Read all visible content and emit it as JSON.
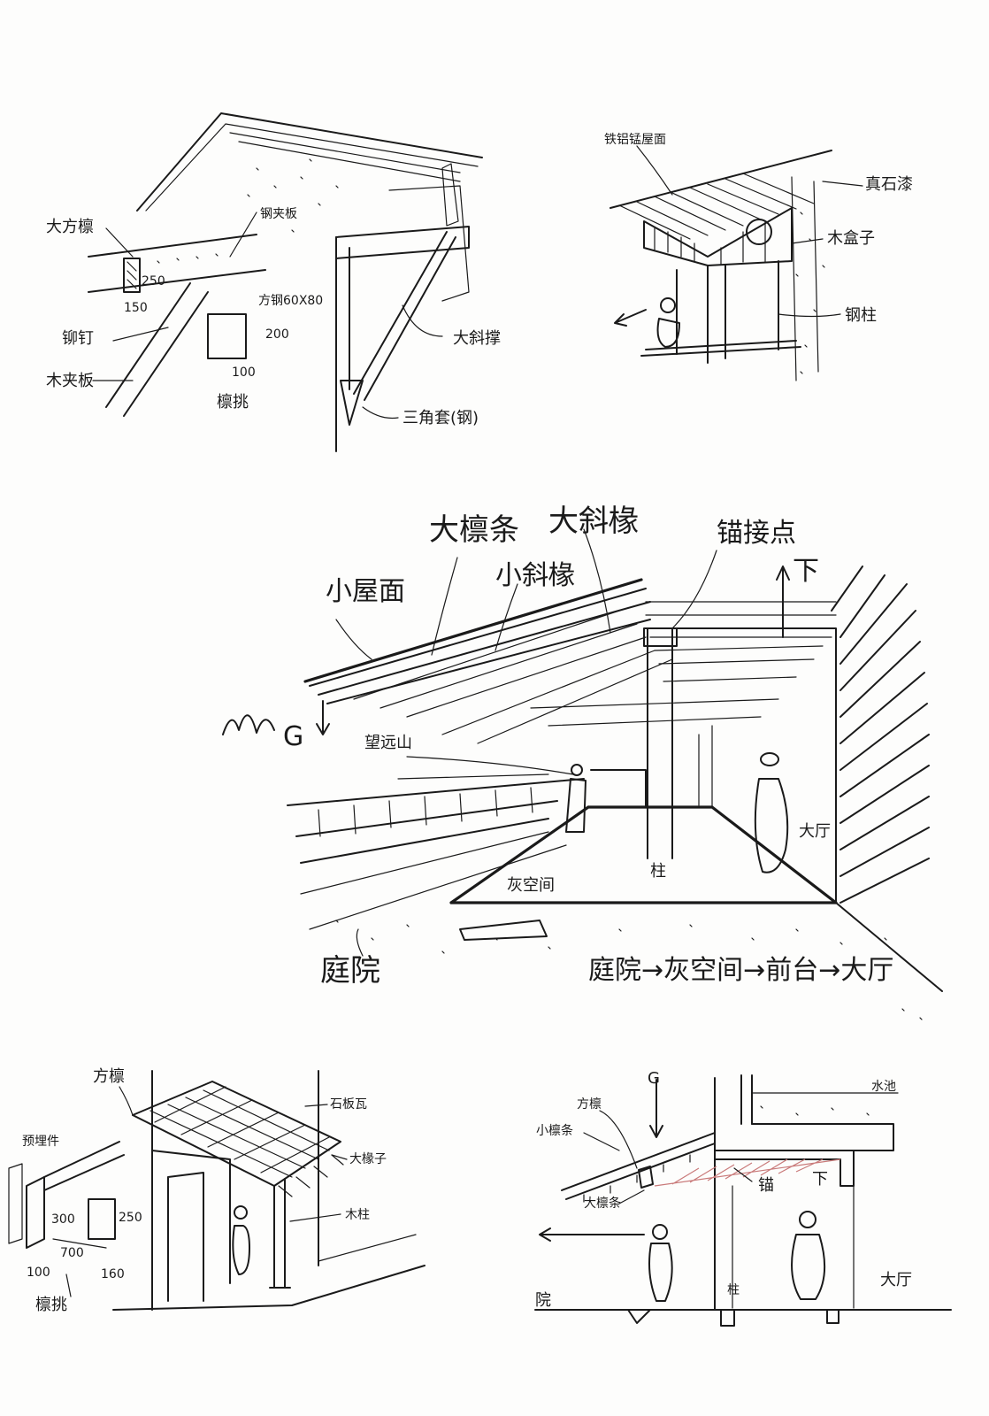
{
  "sketch_top_left": {
    "labels": {
      "big_square_purlin": "大方檩",
      "steel_clamp_plate": "钢夹板",
      "dim_250": "250",
      "dim_150": "150",
      "square_steel": "方钢60X80",
      "dim_200": "200",
      "dim_100": "100",
      "rivet": "铆钉",
      "wood_clamp_plate": "木夹板",
      "purlin_bracket": "檩挑",
      "big_diagonal_brace": "大斜撑",
      "triangle_steel": "三角套(钢)"
    }
  },
  "sketch_top_right": {
    "labels": {
      "roof": "铁铝锰屋面",
      "stone_paint": "真石漆",
      "wood_box": "木盒子",
      "steel_column": "钢柱"
    }
  },
  "sketch_middle": {
    "labels": {
      "big_purlin": "大檩条",
      "big_rafter": "大斜椽",
      "anchor_point": "锚接点",
      "small_roof": "小屋面",
      "small_rafter": "小斜椽",
      "down": "下",
      "gravity": "G",
      "view_mountain": "望远山",
      "hall": "大厅",
      "column": "柱",
      "gray_space": "灰空间",
      "courtyard": "庭院",
      "sequence": "庭院→灰空间→前台→大厅"
    }
  },
  "sketch_bottom_left": {
    "labels": {
      "square_purlin": "方檩",
      "stone_tile": "石板瓦",
      "pre_embedded": "预埋件",
      "big_rafter": "大椽子",
      "dim_300": "300",
      "dim_250": "250",
      "dim_700": "700",
      "dim_100": "100",
      "dim_160": "160",
      "wood_column": "木柱",
      "purlin_bracket": "檩挑"
    }
  },
  "sketch_bottom_right": {
    "labels": {
      "gravity": "G",
      "square_purlin": "方檩",
      "small_purlin": "小檩条",
      "big_purlin": "大檩条",
      "pool": "水池",
      "anchor": "锚",
      "down": "下",
      "column": "柱",
      "courtyard": "院",
      "hall": "大厅"
    }
  },
  "colors": {
    "ink": "#1a1a1a",
    "hatch": "#c97a7a",
    "paper": "#fdfdfc"
  }
}
